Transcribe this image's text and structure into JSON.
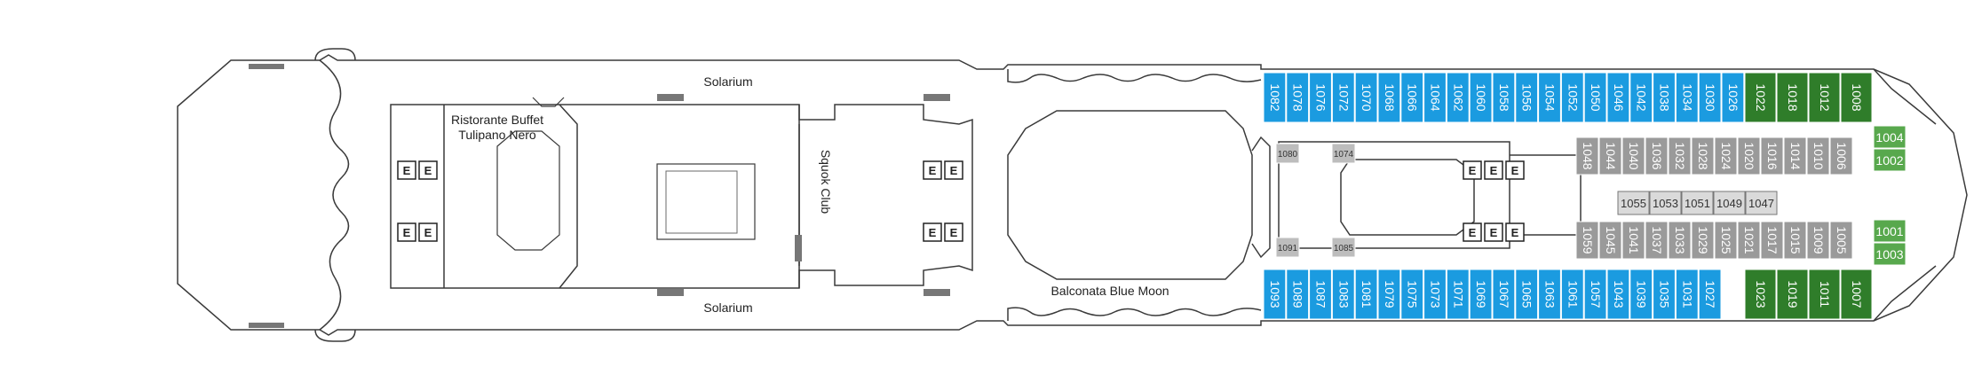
{
  "colors": {
    "outline": "#3a3a3a",
    "cabin_blue": "#1b9be0",
    "cabin_darkgreen": "#2f7d2a",
    "cabin_green": "#58a84d",
    "cabin_grey": "#9a9a9a",
    "background": "#ffffff"
  },
  "labels": {
    "solarium_top": "Solarium",
    "solarium_bottom": "Solarium",
    "restaurant_line1": "Ristorante Buffet",
    "restaurant_line2": "Tulipano Nero",
    "squok_club": "Squok Club",
    "balconata": "Balconata Blue Moon",
    "elevator": "E"
  },
  "cabins": {
    "top_blue": [
      "1082",
      "1078",
      "1076",
      "1072",
      "1070",
      "1068",
      "1066",
      "1064",
      "1062",
      "1060",
      "1058",
      "1056",
      "1054",
      "1052",
      "1050",
      "1046",
      "1042",
      "1038",
      "1034",
      "1030",
      "1026"
    ],
    "top_green": [
      "1022",
      "1018",
      "1012",
      "1008"
    ],
    "bottom_blue": [
      "1093",
      "1089",
      "1087",
      "1083",
      "1081",
      "1079",
      "1075",
      "1073",
      "1071",
      "1069",
      "1067",
      "1065",
      "1063",
      "1061",
      "1057",
      "1043",
      "1039",
      "1035",
      "1031",
      "1027"
    ],
    "bottom_green": [
      "1023",
      "1019",
      "1011",
      "1007"
    ],
    "bow_suites_top": [
      "1004",
      "1002"
    ],
    "bow_suites_bottom": [
      "1001",
      "1003"
    ],
    "inner_top_row": [
      "1048",
      "1044",
      "1040",
      "1036",
      "1032",
      "1028",
      "1024",
      "1020",
      "1016",
      "1014",
      "1010",
      "1006"
    ],
    "inner_center_row": [
      "1055",
      "1053",
      "1051",
      "1049",
      "1047"
    ],
    "inner_bottom_row": [
      "1059",
      "1045",
      "1041",
      "1037",
      "1033",
      "1029",
      "1025",
      "1021",
      "1017",
      "1015",
      "1009",
      "1005"
    ],
    "small_left": [
      "1080",
      "1074",
      "1091",
      "1085"
    ]
  }
}
